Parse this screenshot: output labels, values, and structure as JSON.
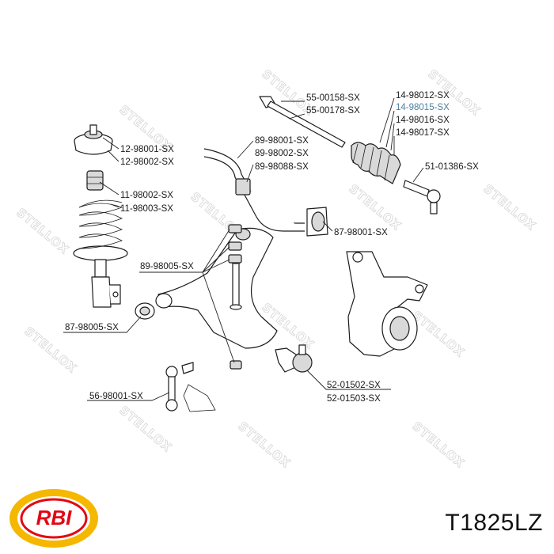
{
  "watermark": {
    "text": "STELLOX"
  },
  "part_number": "T1825LZ",
  "brand_logo": {
    "text": "RBI",
    "colors": {
      "outer": "#f5b700",
      "ring": "#e30613",
      "text": "#e30613"
    }
  },
  "labels": {
    "l55_00158": "55-00158-SX",
    "l55_00178": "55-00178-SX",
    "l14_98012": "14-98012-SX",
    "l14_98015": "14-98015-SX",
    "l14_98016": "14-98016-SX",
    "l14_98017": "14-98017-SX",
    "l12_98001": "12-98001-SX",
    "l12_98002": "12-98002-SX",
    "l89_98001": "89-98001-SX",
    "l89_98002": "89-98002-SX",
    "l89_98088": "89-98088-SX",
    "l51_01386": "51-01386-SX",
    "l11_98002": "11-98002-SX",
    "l11_98003": "11-98003-SX",
    "l87_98001": "87-98001-SX",
    "l89_98005": "89-98005-SX",
    "l87_98005": "87-98005-SX",
    "l56_98001": "56-98001-SX",
    "l52_01502": "52-01502-SX",
    "l52_01503": "52-01503-SX"
  },
  "colors": {
    "highlight_label": "#4a7fa0",
    "line": "#1c1c1c"
  }
}
